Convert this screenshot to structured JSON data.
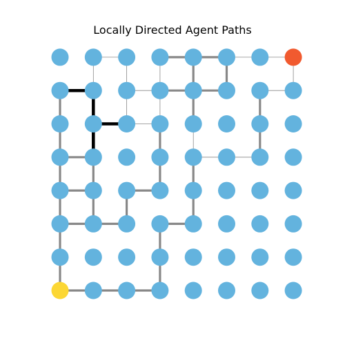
{
  "title": "Locally Directed Agent Paths",
  "colors": {
    "node": "#63b3de",
    "start": "#fcd734",
    "goal": "#f15a2f",
    "edge_light": "#888888",
    "edge_heavy": "#000000"
  },
  "grid": {
    "cols": 8,
    "rows": 8
  },
  "start_node": [
    0,
    0
  ],
  "goal_node": [
    7,
    7
  ],
  "edges": [
    {
      "from": [
        0,
        0
      ],
      "to": [
        1,
        0
      ],
      "weight": 3
    },
    {
      "from": [
        1,
        0
      ],
      "to": [
        2,
        0
      ],
      "weight": 4
    },
    {
      "from": [
        2,
        0
      ],
      "to": [
        3,
        0
      ],
      "weight": 2
    },
    {
      "from": [
        0,
        0
      ],
      "to": [
        0,
        1
      ],
      "weight": 4
    },
    {
      "from": [
        0,
        1
      ],
      "to": [
        0,
        2
      ],
      "weight": 4
    },
    {
      "from": [
        0,
        2
      ],
      "to": [
        0,
        3
      ],
      "weight": 3
    },
    {
      "from": [
        0,
        3
      ],
      "to": [
        0,
        4
      ],
      "weight": 2
    },
    {
      "from": [
        0,
        2
      ],
      "to": [
        1,
        2
      ],
      "weight": 3
    },
    {
      "from": [
        1,
        2
      ],
      "to": [
        2,
        2
      ],
      "weight": 3
    },
    {
      "from": [
        1,
        2
      ],
      "to": [
        1,
        3
      ],
      "weight": 2
    },
    {
      "from": [
        2,
        2
      ],
      "to": [
        2,
        3
      ],
      "weight": 4
    },
    {
      "from": [
        3,
        2
      ],
      "to": [
        4,
        2
      ],
      "weight": 3
    },
    {
      "from": [
        3,
        0
      ],
      "to": [
        3,
        1
      ],
      "weight": 3
    },
    {
      "from": [
        3,
        1
      ],
      "to": [
        3,
        2
      ],
      "weight": 3
    },
    {
      "from": [
        4,
        2
      ],
      "to": [
        4,
        3
      ],
      "weight": 4
    },
    {
      "from": [
        0,
        3
      ],
      "to": [
        1,
        3
      ],
      "weight": 4
    },
    {
      "from": [
        2,
        3
      ],
      "to": [
        3,
        3
      ],
      "weight": 3
    },
    {
      "from": [
        3,
        3
      ],
      "to": [
        3,
        4
      ],
      "weight": 3
    },
    {
      "from": [
        0,
        4
      ],
      "to": [
        1,
        4
      ],
      "weight": 4
    },
    {
      "from": [
        1,
        4
      ],
      "to": [
        1,
        5
      ],
      "weight": 5
    },
    {
      "from": [
        1,
        4
      ],
      "to": [
        1,
        3
      ],
      "weight": 2
    },
    {
      "from": [
        0,
        4
      ],
      "to": [
        0,
        5
      ],
      "weight": 3
    },
    {
      "from": [
        0,
        5
      ],
      "to": [
        0,
        6
      ],
      "weight": 3
    },
    {
      "from": [
        0,
        6
      ],
      "to": [
        1,
        6
      ],
      "weight": 5
    },
    {
      "from": [
        1,
        6
      ],
      "to": [
        1,
        5
      ],
      "weight": 5
    },
    {
      "from": [
        1,
        5
      ],
      "to": [
        1,
        4
      ],
      "weight": 5
    },
    {
      "from": [
        1,
        5
      ],
      "to": [
        2,
        5
      ],
      "weight": 6
    },
    {
      "from": [
        2,
        5
      ],
      "to": [
        3,
        5
      ],
      "weight": 1
    },
    {
      "from": [
        2,
        5
      ],
      "to": [
        2,
        6
      ],
      "weight": 1
    },
    {
      "from": [
        2,
        6
      ],
      "to": [
        2,
        7
      ],
      "weight": 1
    },
    {
      "from": [
        3,
        4
      ],
      "to": [
        3,
        5
      ],
      "weight": 3
    },
    {
      "from": [
        4,
        3
      ],
      "to": [
        4,
        4
      ],
      "weight": 3
    },
    {
      "from": [
        4,
        4
      ],
      "to": [
        4,
        5
      ],
      "weight": 1
    },
    {
      "from": [
        4,
        5
      ],
      "to": [
        4,
        6
      ],
      "weight": 3
    },
    {
      "from": [
        4,
        6
      ],
      "to": [
        4,
        7
      ],
      "weight": 3
    },
    {
      "from": [
        4,
        4
      ],
      "to": [
        5,
        4
      ],
      "weight": 1
    },
    {
      "from": [
        5,
        4
      ],
      "to": [
        6,
        4
      ],
      "weight": 1
    },
    {
      "from": [
        6,
        4
      ],
      "to": [
        6,
        5
      ],
      "weight": 3
    },
    {
      "from": [
        6,
        5
      ],
      "to": [
        6,
        6
      ],
      "weight": 3
    },
    {
      "from": [
        3,
        6
      ],
      "to": [
        3,
        7
      ],
      "weight": 1
    },
    {
      "from": [
        3,
        5
      ],
      "to": [
        3,
        6
      ],
      "weight": 1
    },
    {
      "from": [
        3,
        6
      ],
      "to": [
        4,
        6
      ],
      "weight": 3
    },
    {
      "from": [
        1,
        6
      ],
      "to": [
        1,
        7
      ],
      "weight": 1
    },
    {
      "from": [
        1,
        7
      ],
      "to": [
        2,
        7
      ],
      "weight": 1
    },
    {
      "from": [
        2,
        6
      ],
      "to": [
        3,
        6
      ],
      "weight": 1
    },
    {
      "from": [
        4,
        6
      ],
      "to": [
        5,
        6
      ],
      "weight": 3
    },
    {
      "from": [
        5,
        6
      ],
      "to": [
        5,
        7
      ],
      "weight": 3
    },
    {
      "from": [
        3,
        7
      ],
      "to": [
        4,
        7
      ],
      "weight": 3
    },
    {
      "from": [
        6,
        6
      ],
      "to": [
        7,
        6
      ],
      "weight": 1
    },
    {
      "from": [
        7,
        6
      ],
      "to": [
        7,
        7
      ],
      "weight": 1
    },
    {
      "from": [
        6,
        7
      ],
      "to": [
        7,
        7
      ],
      "weight": 1
    },
    {
      "from": [
        4,
        7
      ],
      "to": [
        5,
        7
      ],
      "weight": 4
    },
    {
      "from": [
        5,
        7
      ],
      "to": [
        6,
        7
      ],
      "weight": 1
    }
  ]
}
